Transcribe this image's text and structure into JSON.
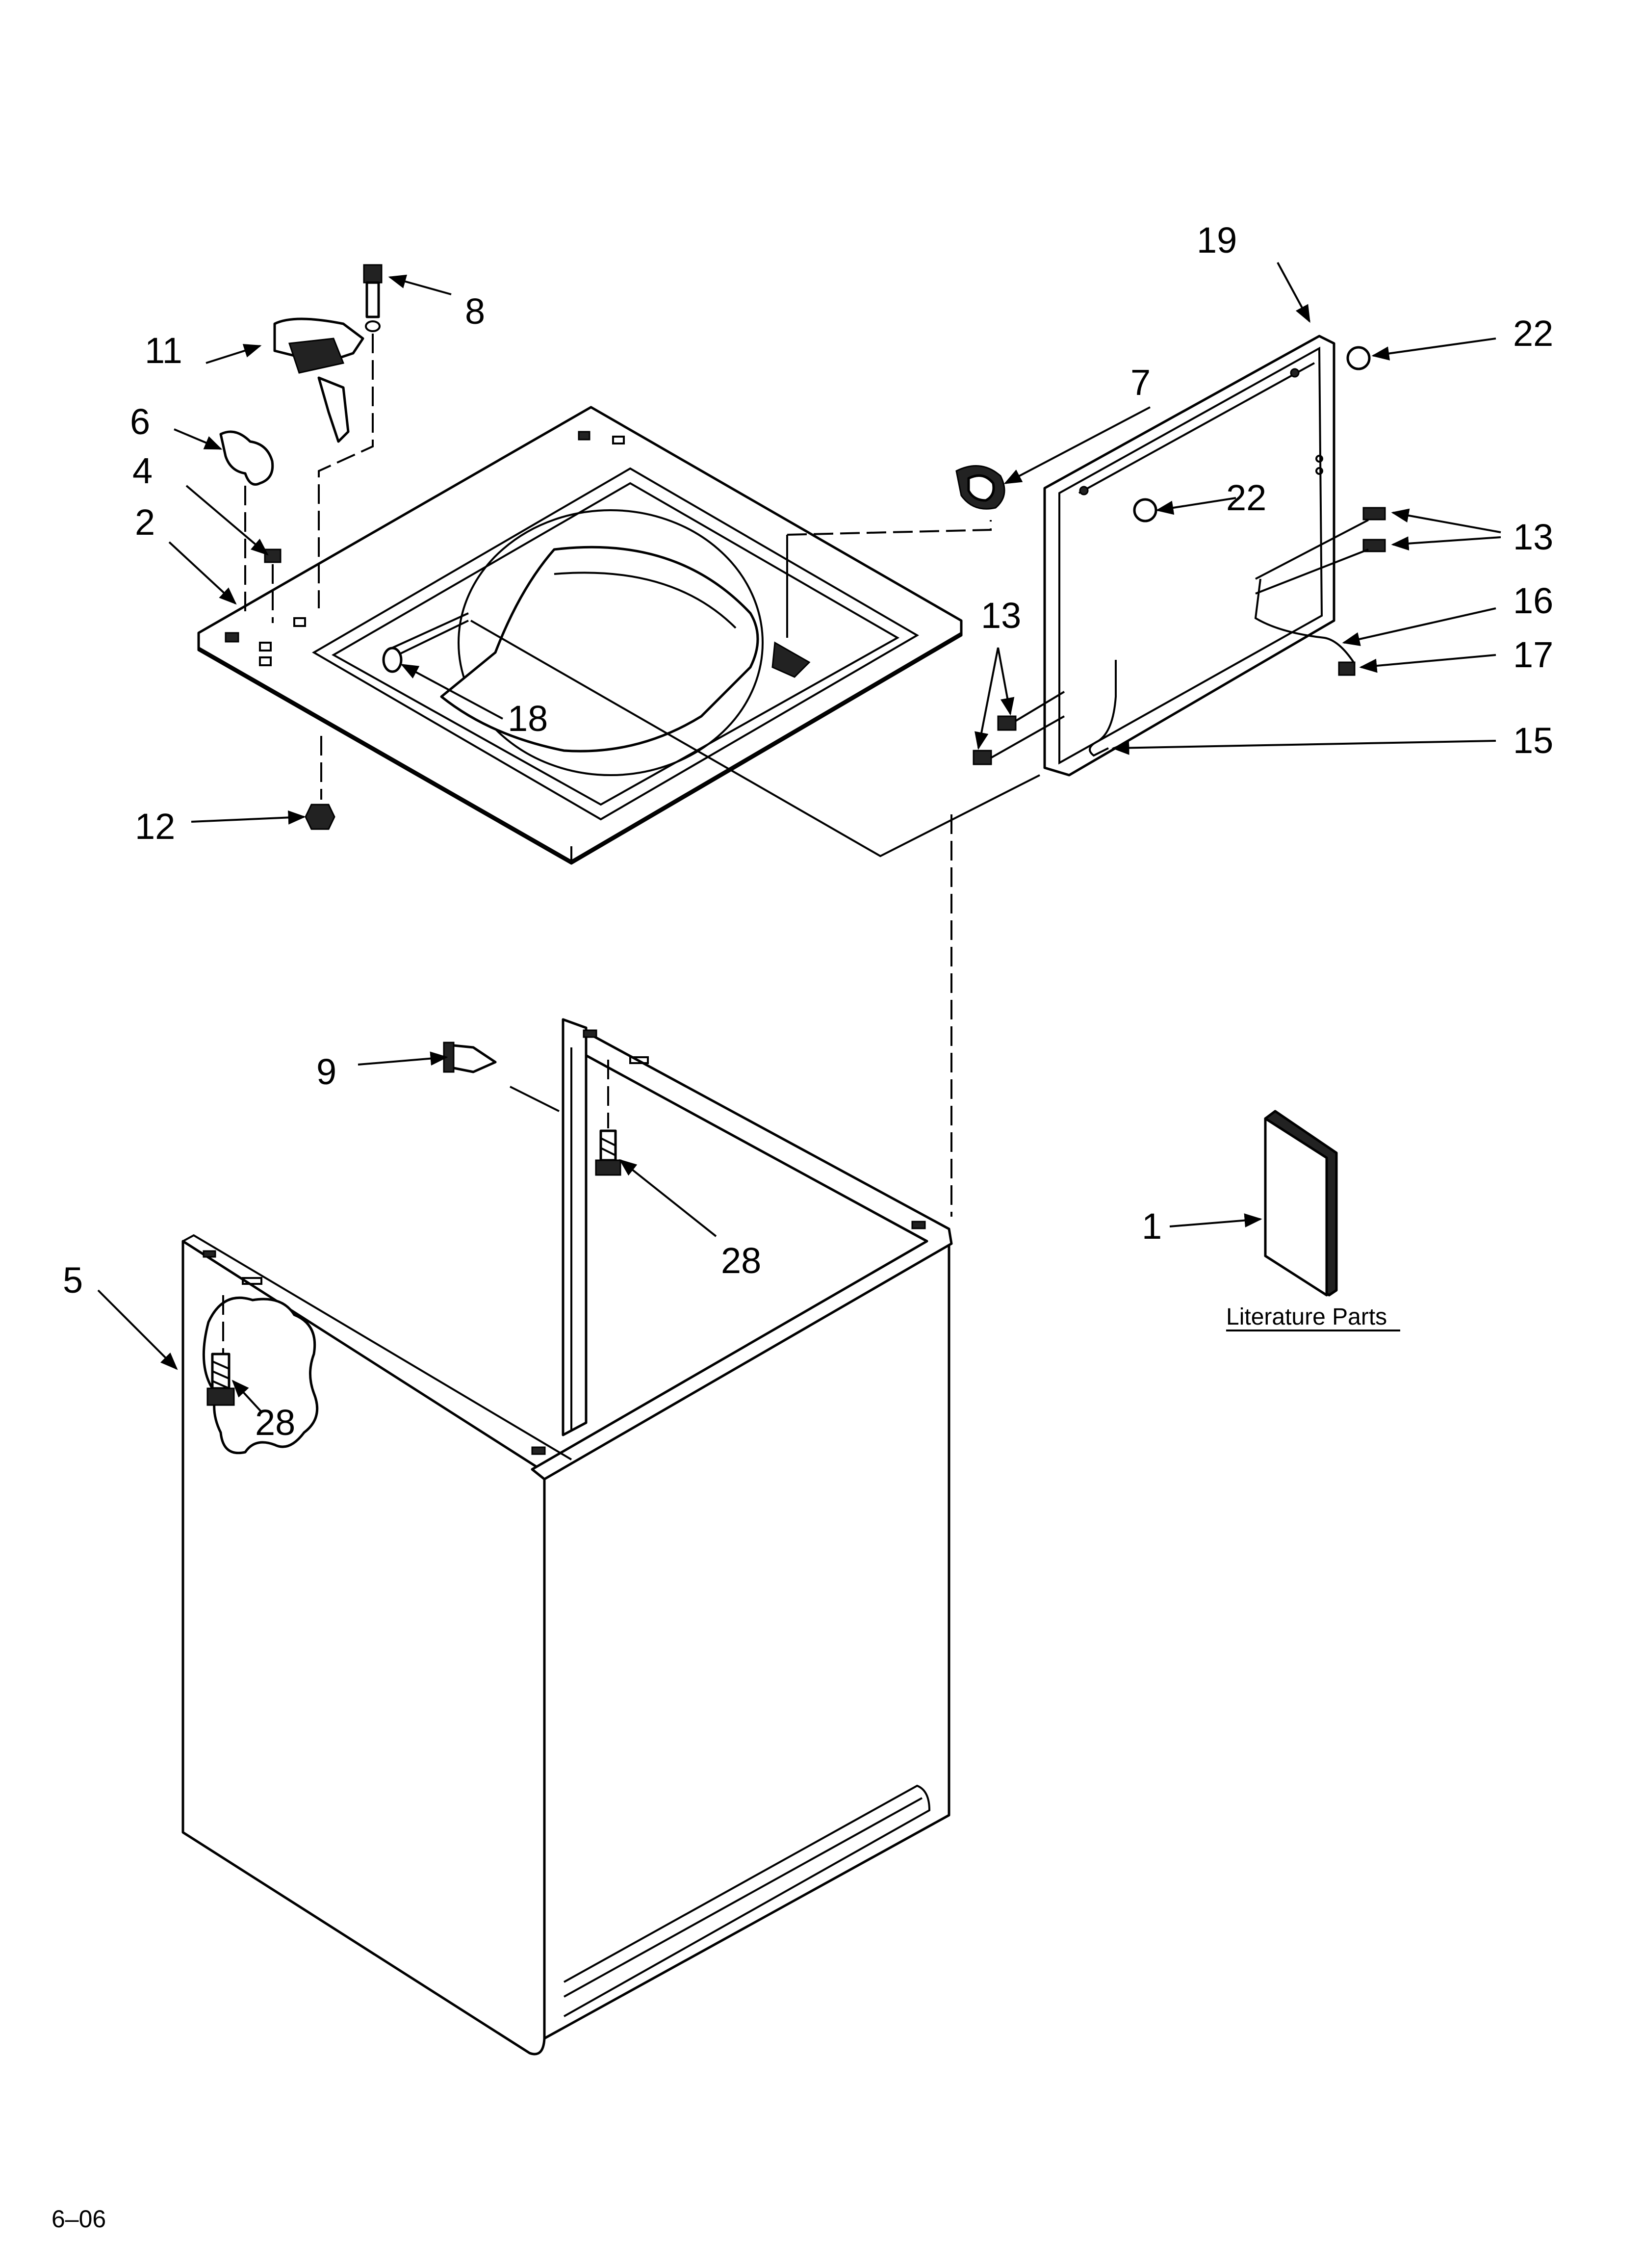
{
  "callouts": {
    "c1": "1",
    "c2": "2",
    "c4": "4",
    "c5": "5",
    "c6": "6",
    "c7": "7",
    "c8": "8",
    "c9": "9",
    "c11": "11",
    "c12": "12",
    "c13a": "13",
    "c13b": "13",
    "c15": "15",
    "c16": "16",
    "c17": "17",
    "c18": "18",
    "c19": "19",
    "c22a": "22",
    "c22b": "22",
    "c28a": "28",
    "c28b": "28"
  },
  "literature_label": "Literature Parts",
  "page_code": "6–06"
}
